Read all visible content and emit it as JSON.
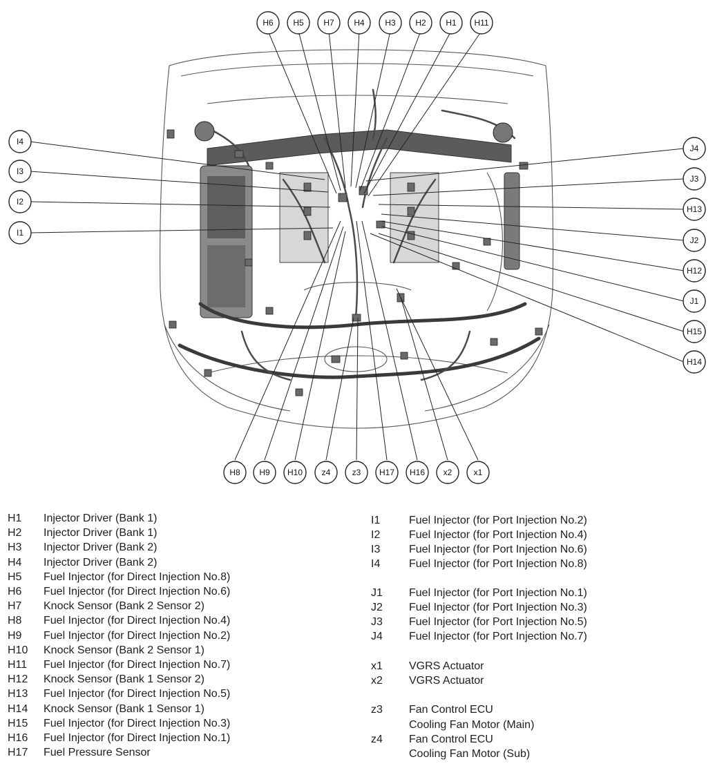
{
  "callouts": {
    "top": [
      "H6",
      "H5",
      "H7",
      "H4",
      "H3",
      "H2",
      "H1",
      "H11"
    ],
    "left": [
      "I4",
      "I3",
      "I2",
      "I1"
    ],
    "right": [
      "J4",
      "J3",
      "H13",
      "J2",
      "H12",
      "J1",
      "H15",
      "H14"
    ],
    "bottom": [
      "H8",
      "H9",
      "H10",
      "z4",
      "z3",
      "H17",
      "H16",
      "x2",
      "x1"
    ]
  },
  "legend_left": [
    {
      "code": "H1",
      "desc": "Injector Driver (Bank 1)"
    },
    {
      "code": "H2",
      "desc": "Injector Driver (Bank 1)"
    },
    {
      "code": "H3",
      "desc": "Injector Driver (Bank 2)"
    },
    {
      "code": "H4",
      "desc": "Injector Driver (Bank 2)"
    },
    {
      "code": "H5",
      "desc": "Fuel Injector (for Direct Injection No.8)"
    },
    {
      "code": "H6",
      "desc": "Fuel Injector (for Direct Injection No.6)"
    },
    {
      "code": "H7",
      "desc": "Knock Sensor (Bank 2 Sensor 2)"
    },
    {
      "code": "H8",
      "desc": "Fuel Injector (for Direct Injection No.4)"
    },
    {
      "code": "H9",
      "desc": "Fuel Injector (for Direct Injection No.2)"
    },
    {
      "code": "H10",
      "desc": "Knock Sensor (Bank 2 Sensor 1)"
    },
    {
      "code": "H11",
      "desc": "Fuel Injector (for Direct Injection No.7)"
    },
    {
      "code": "H12",
      "desc": "Knock Sensor (Bank 1 Sensor 2)"
    },
    {
      "code": "H13",
      "desc": "Fuel Injector (for Direct Injection No.5)"
    },
    {
      "code": "H14",
      "desc": "Knock Sensor (Bank 1 Sensor 1)"
    },
    {
      "code": "H15",
      "desc": "Fuel Injector (for Direct Injection No.3)"
    },
    {
      "code": "H16",
      "desc": "Fuel Injector (for Direct Injection No.1)"
    },
    {
      "code": "H17",
      "desc": "Fuel Pressure Sensor"
    }
  ],
  "legend_right": [
    {
      "code": "I1",
      "desc": "Fuel Injector (for Port Injection No.2)"
    },
    {
      "code": "I2",
      "desc": "Fuel Injector (for Port Injection No.4)"
    },
    {
      "code": "I3",
      "desc": "Fuel Injector (for Port Injection No.6)"
    },
    {
      "code": "I4",
      "desc": "Fuel Injector (for Port Injection No.8)"
    },
    {
      "code": "J1",
      "desc": "Fuel Injector (for Port Injection No.1)"
    },
    {
      "code": "J2",
      "desc": "Fuel Injector (for Port Injection No.3)"
    },
    {
      "code": "J3",
      "desc": "Fuel Injector (for Port Injection No.5)"
    },
    {
      "code": "J4",
      "desc": "Fuel Injector (for Port Injection No.7)"
    },
    {
      "code": "x1",
      "desc": "VGRS Actuator"
    },
    {
      "code": "x2",
      "desc": "VGRS Actuator"
    },
    {
      "code": "z3",
      "desc": "Fan Control ECU"
    },
    {
      "code": "",
      "desc": "Cooling Fan Motor (Main)"
    },
    {
      "code": "z4",
      "desc": "Fan Control ECU"
    },
    {
      "code": "",
      "desc": "Cooling Fan Motor (Sub)"
    }
  ]
}
